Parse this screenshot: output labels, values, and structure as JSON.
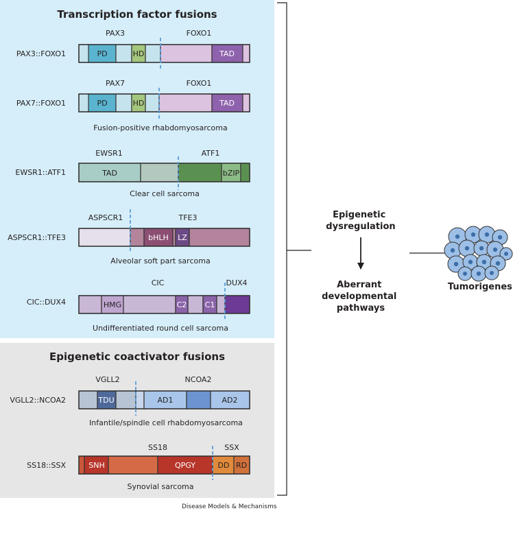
{
  "sections": {
    "transcription_factor": {
      "title": "Transcription factor fusions"
    },
    "epigenetic_coactivator": {
      "title": "Epigenetic coactivator fusions"
    }
  },
  "fusions": [
    {
      "name": "PAX3::FOXO1",
      "left_gene": "PAX3",
      "right_gene": "FOXO1",
      "caption": "",
      "domains": [
        "PD",
        "HD",
        "TAD"
      ]
    },
    {
      "name": "PAX7::FOXO1",
      "left_gene": "PAX7",
      "right_gene": "FOXO1",
      "caption": "Fusion-positive rhabdomyosarcoma",
      "domains": [
        "PD",
        "HD",
        "TAD"
      ]
    },
    {
      "name": "EWSR1::ATF1",
      "left_gene": "EWSR1",
      "right_gene": "ATF1",
      "caption": "Clear cell sarcoma",
      "domains": [
        "TAD",
        "bZIP"
      ]
    },
    {
      "name": "ASPSCR1::TFE3",
      "left_gene": "ASPSCR1",
      "right_gene": "TFE3",
      "caption": "Alveolar soft part sarcoma",
      "domains": [
        "bHLH",
        "LZ"
      ]
    },
    {
      "name": "CIC::DUX4",
      "left_gene": "CIC",
      "right_gene": "DUX4",
      "caption": "Undifferentiated round cell sarcoma",
      "domains": [
        "HMG",
        "C2",
        "C1"
      ]
    },
    {
      "name": "VGLL2::NCOA2",
      "left_gene": "VGLL2",
      "right_gene": "NCOA2",
      "caption": "Infantile/spindle cell rhabdomyosarcoma",
      "domains": [
        "TDU",
        "AD1",
        "AD2"
      ]
    },
    {
      "name": "SS18::SSX",
      "left_gene": "SS18",
      "right_gene": "SSX",
      "caption": "Synovial sarcoma",
      "domains": [
        "SNH",
        "QPGY",
        "DD",
        "RD"
      ]
    }
  ],
  "pathway": {
    "epigenetic": "Epigenetic\ndysregulation",
    "aberrant": "Aberrant\ndevelopmental\npathways",
    "outcome": "Tumorigenesis"
  },
  "credit": "Disease Models & Mechanisms",
  "colors": {
    "tf_panel_bg": "#d6eef9",
    "ec_panel_bg": "#e6e6e6",
    "breakpoint": "#5b9bd5",
    "cell_fill": "#9dbfe6",
    "cell_nucleus": "#3d6ea8"
  }
}
